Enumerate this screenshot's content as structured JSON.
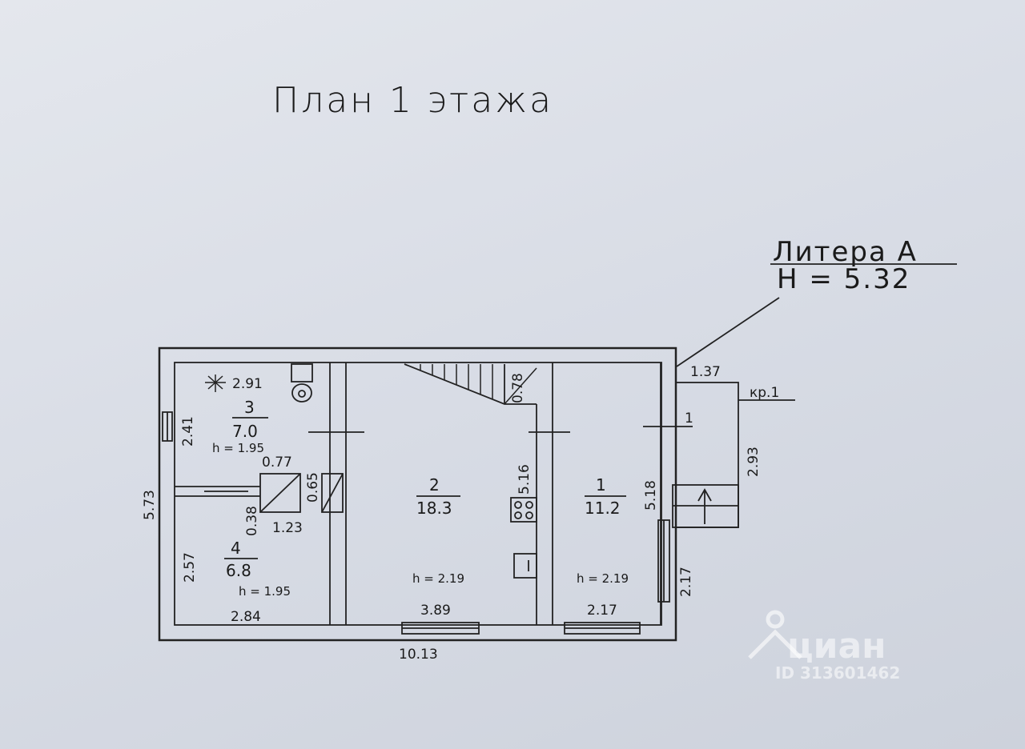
{
  "title": "План 1 этажа",
  "litera": {
    "name": "Литера А",
    "height": "H = 5.32"
  },
  "rooms": [
    {
      "num": "1",
      "area": "11.2",
      "height": "h = 2.19"
    },
    {
      "num": "2",
      "area": "18.3",
      "height": "h = 2.19"
    },
    {
      "num": "3",
      "area": "7.0",
      "height": "h = 1.95"
    },
    {
      "num": "4",
      "area": "6.8",
      "height": "h = 1.95"
    }
  ],
  "dimensions": {
    "total_width": "10.13",
    "total_depth": "5.73",
    "room3_width": "2.91",
    "room3_depth": "2.41",
    "nook_width": "0.77",
    "nook_depth": "0.65",
    "nook_offset": "0.38",
    "nook_base": "1.23",
    "room4_depth": "2.57",
    "room4_width": "2.84",
    "room2_width": "3.89",
    "room2_depth": "5.16",
    "stair_width": "0.78",
    "room1_width": "2.17",
    "room1_depth": "5.18",
    "window_side": "2.17",
    "porch_width": "1.37",
    "porch_depth": "2.93",
    "porch_room": "1"
  },
  "porch_label": "кр.1",
  "watermark": {
    "brand": "циан",
    "id": "ID 313601462"
  }
}
